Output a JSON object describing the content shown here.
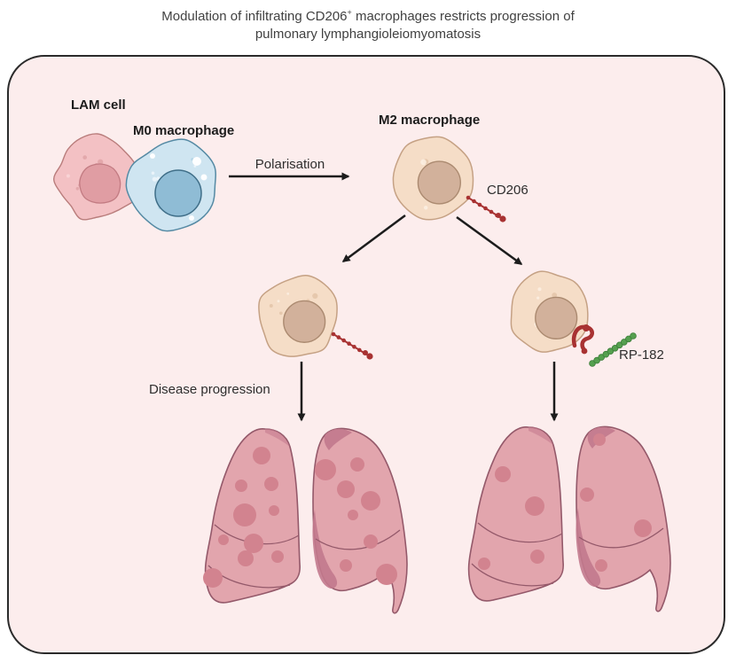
{
  "title": {
    "line1_prefix": "Modulation of infiltrating CD206",
    "line1_sup": "+",
    "line1_suffix": " macrophages restricts progression of",
    "line2": "pulmonary lymphangioleiomyomatosis"
  },
  "labels": {
    "lam_cell": "LAM cell",
    "m0_macrophage": "M0 macrophage",
    "m2_macrophage": "M2 macrophage",
    "polarisation": "Polarisation",
    "cd206": "CD206",
    "rp182": "RP-182",
    "disease_progression": "Disease progression"
  },
  "colors": {
    "panel_bg": "#fceded",
    "panel_border": "#2b2b2b",
    "arrow": "#1c1c1c",
    "lam_body": "#f3c1c4",
    "lam_outline": "#b97d7c",
    "lam_nucleus": "#e09da3",
    "m0_body": "#cfe5f1",
    "m0_outline": "#558aa4",
    "m0_nucleus": "#8fbcd5",
    "m2_body": "#f5ddc7",
    "m2_outline": "#c5a184",
    "m2_nucleus": "#d2b19b",
    "receptor_red": "#a83232",
    "rp182_green": "#55a04f",
    "lung_body": "#e2a5ad",
    "lung_outline": "#94596a",
    "lung_spot": "#d2838f",
    "lung_shade": "#c2798d"
  }
}
